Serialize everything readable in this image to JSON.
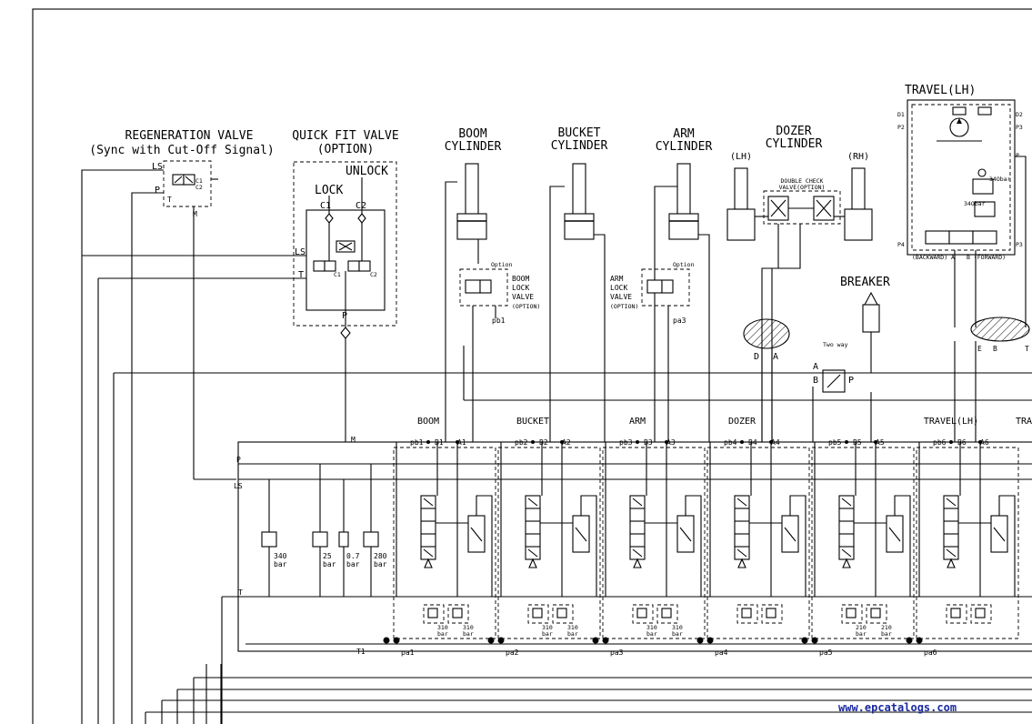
{
  "diagram": {
    "components": {
      "regeneration_valve": {
        "title": "REGENERATION VALVE",
        "subtitle": "(Sync with Cut-Off Signal)",
        "ports": [
          "LS",
          "P",
          "T",
          "M"
        ],
        "inner_labels": [
          "C1",
          "C2"
        ]
      },
      "quick_fit_valve": {
        "title": "QUICK FIT VALVE",
        "subtitle": "(OPTION)",
        "unlock": "UNLOCK",
        "lock": "LOCK",
        "ports": [
          "C1",
          "C2",
          "LS",
          "T",
          "P"
        ],
        "inner_labels": [
          "C1",
          "C2"
        ]
      },
      "boom_cylinder": {
        "title": "BOOM",
        "subtitle": "CYLINDER"
      },
      "bucket_cylinder": {
        "title": "BUCKET",
        "subtitle": "CYLINDER"
      },
      "arm_cylinder": {
        "title": "ARM",
        "subtitle": "CYLINDER"
      },
      "dozer_cylinder": {
        "title": "DOZER",
        "subtitle": "CYLINDER",
        "lh": "(LH)",
        "rh": "(RH)",
        "check_valve": "DOUBLE CHECK",
        "check_valve_sub": "VALVE(OPTION)"
      },
      "travel_lh_motor": {
        "title": "TRAVEL(LH)",
        "ports": [
          "D1",
          "P2",
          "D2",
          "P3",
          "P",
          "P4",
          "P3"
        ],
        "pressure_a": "34Obar",
        "pressure_b": "34Obar",
        "backward": "(BACKWARD) A",
        "forward": "B (FORWARD)"
      },
      "boom_lock_valve": {
        "option": "Option",
        "lines": [
          "BOOM",
          "LOCK",
          "VALVE",
          "(OPTION)"
        ],
        "port": "pb1"
      },
      "arm_lock_valve": {
        "option": "Option",
        "lines": [
          "ARM",
          "LOCK",
          "VALVE",
          "(OPTION)"
        ],
        "port": "pa3"
      },
      "breaker": {
        "title": "BREAKER",
        "two_way": "Two way",
        "ports": [
          "A",
          "B",
          "P"
        ]
      },
      "swivel_ports": {
        "left": [
          "D",
          "A"
        ],
        "right": [
          "E",
          "B",
          "T"
        ]
      }
    },
    "main_control_valve": {
      "side_ports": [
        "P",
        "LS",
        "T"
      ],
      "top_port": "M",
      "bottom_port": "T1",
      "inlet_valves": [
        {
          "value": "340",
          "unit": "bar"
        },
        {
          "value": "25",
          "unit": "bar"
        },
        {
          "value": "0.7",
          "unit": "bar"
        },
        {
          "value": "280",
          "unit": "bar"
        }
      ],
      "sections": [
        {
          "name": "BOOM",
          "pb": "pb1",
          "b": "B1",
          "a": "A1",
          "pa": "pa1",
          "relief1": "310",
          "relief2": "310",
          "unit": "bar"
        },
        {
          "name": "BUCKET",
          "pb": "pb2",
          "b": "B2",
          "a": "A2",
          "pa": "pa2",
          "relief1": "310",
          "relief2": "310",
          "unit": "bar"
        },
        {
          "name": "ARM",
          "pb": "pb3",
          "b": "B3",
          "a": "A3",
          "pa": "pa3",
          "relief1": "310",
          "relief2": "310",
          "unit": "bar"
        },
        {
          "name": "DOZER",
          "pb": "pb4",
          "b": "B4",
          "a": "A4",
          "pa": "pa4",
          "relief1": "",
          "relief2": "",
          "unit": ""
        },
        {
          "name": "",
          "pb": "pb5",
          "b": "B5",
          "a": "A5",
          "pa": "pa5",
          "relief1": "210",
          "relief2": "210",
          "unit": "bar"
        },
        {
          "name": "TRAVEL(LH)",
          "pb": "pb6",
          "b": "B6",
          "a": "A6",
          "pa": "pa6",
          "relief1": "",
          "relief2": "",
          "unit": ""
        }
      ],
      "cut_section": "TRA"
    },
    "watermark": "www.epcatalogs.com"
  }
}
